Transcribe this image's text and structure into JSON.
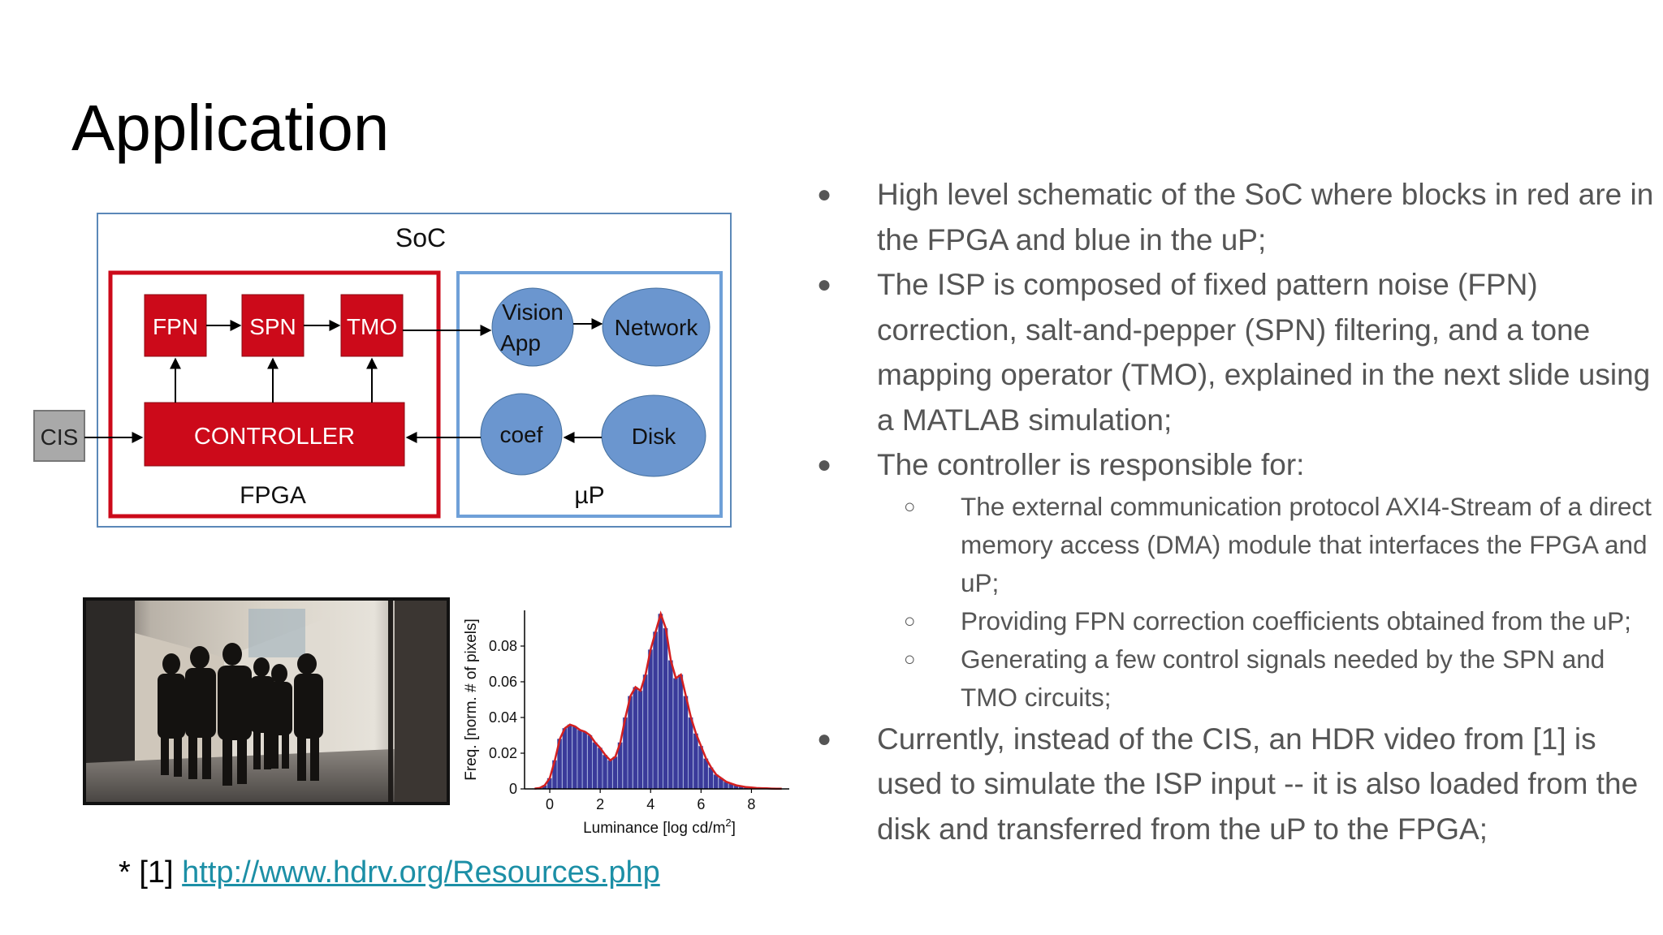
{
  "slide": {
    "title": "Application",
    "footnote": {
      "prefix": "* [1] ",
      "link_text": "http://www.hdrv.org/Resources.php"
    }
  },
  "diagram": {
    "soc_label": "SoC",
    "fpga_label": "FPGA",
    "up_label": "µP",
    "cis_label": "CIS",
    "fpn_label": "FPN",
    "spn_label": "SPN",
    "tmo_label": "TMO",
    "controller_label": "CONTROLLER",
    "vision_label_1": "Vision",
    "vision_label_2": "App",
    "network_label": "Network",
    "coef_label": "coef",
    "disk_label": "Disk",
    "colors": {
      "fpga_red": "#cc0a1a",
      "up_blue": "#6b96cf",
      "soc_border": "#5b88b8",
      "cis_gray": "#a9a9a9"
    }
  },
  "histogram": {
    "ylabel": "Freq. [norm. # of pixels]",
    "xlabel_text": "Luminance [log cd/m",
    "xlabel_sup": "2",
    "xlabel_end": "]",
    "yticks": [
      "0",
      "0.02",
      "0.04",
      "0.06",
      "0.08"
    ],
    "xticks": [
      "0",
      "2",
      "4",
      "6",
      "8"
    ]
  },
  "chart_data": {
    "type": "bar",
    "xlabel": "Luminance [log cd/m2]",
    "ylabel": "Freq. [norm. # of pixels]",
    "xlim": [
      -1,
      9.5
    ],
    "ylim": [
      0,
      0.1
    ],
    "bin_width": 0.2,
    "x": [
      -0.6,
      -0.4,
      -0.2,
      0.0,
      0.2,
      0.4,
      0.6,
      0.8,
      1.0,
      1.2,
      1.4,
      1.6,
      1.8,
      2.0,
      2.2,
      2.4,
      2.6,
      2.8,
      3.0,
      3.2,
      3.4,
      3.6,
      3.8,
      4.0,
      4.2,
      4.4,
      4.6,
      4.8,
      5.0,
      5.2,
      5.4,
      5.6,
      5.8,
      6.0,
      6.2,
      6.4,
      6.6,
      6.8,
      7.0,
      7.2,
      7.4,
      7.6,
      7.8,
      8.0,
      8.2,
      8.4,
      8.6,
      8.8,
      9.0,
      9.2
    ],
    "values": [
      0.0002,
      0.0005,
      0.002,
      0.006,
      0.016,
      0.028,
      0.034,
      0.036,
      0.035,
      0.033,
      0.032,
      0.03,
      0.026,
      0.023,
      0.019,
      0.016,
      0.018,
      0.026,
      0.04,
      0.052,
      0.057,
      0.055,
      0.064,
      0.078,
      0.088,
      0.098,
      0.09,
      0.072,
      0.062,
      0.064,
      0.052,
      0.04,
      0.031,
      0.024,
      0.017,
      0.012,
      0.008,
      0.006,
      0.004,
      0.003,
      0.002,
      0.0015,
      0.001,
      0.0008,
      0.0005,
      0.0004,
      0.0003,
      0.0002,
      0.0001,
      0.0001
    ],
    "colors": {
      "bars": "#3a3a9a",
      "curve": "#d42020"
    }
  },
  "bullets": [
    {
      "level": 1,
      "text": "High level schematic of the SoC where blocks in red are in the FPGA and blue in the uP;"
    },
    {
      "level": 1,
      "text": "The ISP is composed of fixed pattern noise (FPN) correction, salt-and-pepper (SPN) filtering, and a tone mapping operator (TMO), explained in the next slide using a MATLAB simulation;"
    },
    {
      "level": 1,
      "text": "The controller is responsible for:"
    },
    {
      "level": 2,
      "text": "The external communication protocol AXI4-Stream of a direct memory access (DMA) module that interfaces the FPGA and uP;"
    },
    {
      "level": 2,
      "text": "Providing FPN correction coefficients obtained from the uP;"
    },
    {
      "level": 2,
      "text": "Generating a few control signals needed by the SPN and TMO circuits;"
    },
    {
      "level": 1,
      "text": "Currently, instead of the CIS, an HDR video from [1] is used to simulate the ISP input -- it is also loaded from the disk and transferred from the uP to the FPGA;"
    }
  ],
  "bullet_glyphs": {
    "level1": "●",
    "level2": "○"
  }
}
